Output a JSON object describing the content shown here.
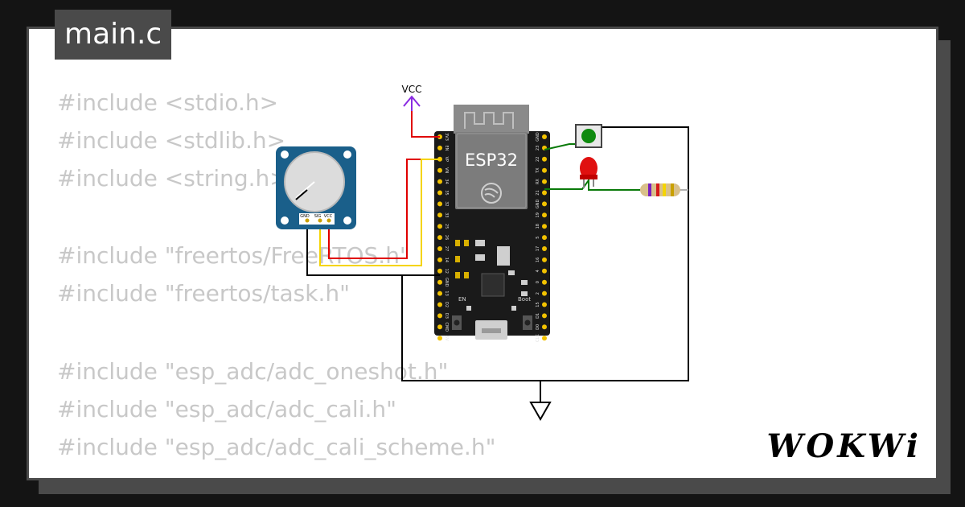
{
  "file_tab": {
    "title": "main.c"
  },
  "code_lines": [
    {
      "text": "#include <stdio.h>"
    },
    {
      "text": "#include <stdlib.h>"
    },
    {
      "text": "#include <string.h>"
    },
    {
      "text": ""
    },
    {
      "text": "#include \"freertos/FreeRTOS.h\""
    },
    {
      "text": "#include \"freertos/task.h\""
    },
    {
      "text": ""
    },
    {
      "text": "#include \"esp_adc/adc_oneshot.h\""
    },
    {
      "text": "#include \"esp_adc/adc_cali.h\""
    },
    {
      "text": "#include \"esp_adc/adc_cali_scheme.h\""
    }
  ],
  "diagram": {
    "vcc_label": "VCC",
    "board_label": "ESP32",
    "pot_pins": [
      "GND",
      "SIG",
      "VCC"
    ],
    "en_label": "EN",
    "boot_label": "Boot",
    "left_pins": [
      "3V3",
      "EN",
      "VP",
      "VN",
      "34",
      "35",
      "32",
      "33",
      "25",
      "26",
      "27",
      "14",
      "12",
      "GND",
      "13",
      "D2",
      "D3",
      "CMD",
      "5V"
    ],
    "right_pins": [
      "GND",
      "23",
      "22",
      "TX",
      "RX",
      "21",
      "GND",
      "19",
      "18",
      "5",
      "17",
      "16",
      "4",
      "0",
      "2",
      "15",
      "D1",
      "D0",
      "CLK"
    ]
  },
  "logo": {
    "text": "WOKWi"
  },
  "colors": {
    "background": "#141414",
    "card": "#ffffff",
    "frame": "#4a4a4a",
    "code_text": "#c8c8c8",
    "wire_red": "#e00000",
    "wire_yellow": "#f5d400",
    "wire_black": "#000000",
    "wire_green": "#0a7a0a",
    "vcc_purple": "#8a2be2",
    "pot_blue": "#1a5f8a",
    "board": "#1a1a1a",
    "led": "#e01010",
    "button": "#0f8a0f"
  }
}
